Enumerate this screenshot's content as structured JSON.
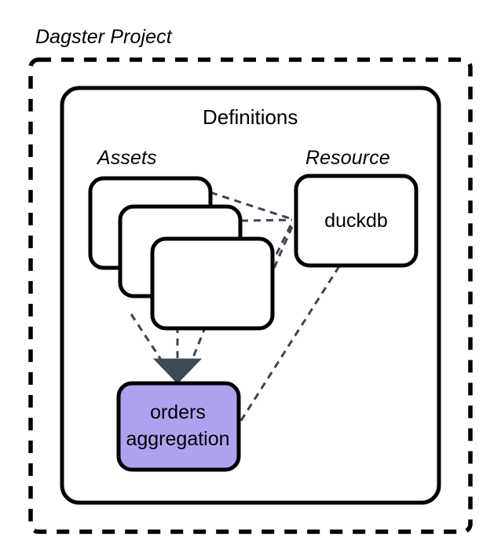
{
  "diagram": {
    "title": "Dagster Project",
    "container": {
      "label": "Definitions"
    },
    "groups": [
      {
        "id": "assets",
        "label": "Assets"
      },
      {
        "id": "resource",
        "label": "Resource"
      }
    ],
    "nodes": [
      {
        "id": "asset-card-1",
        "label": "",
        "fill": "#FFFFFF",
        "stroke": "#000000"
      },
      {
        "id": "asset-card-2",
        "label": "",
        "fill": "#FFFFFF",
        "stroke": "#000000"
      },
      {
        "id": "asset-card-3",
        "label": "",
        "fill": "#FFFFFF",
        "stroke": "#000000"
      },
      {
        "id": "duckdb",
        "label": "duckdb",
        "fill": "#FFFFFF",
        "stroke": "#000000"
      },
      {
        "id": "orders-aggregation",
        "label": "orders\naggregation",
        "fill": "#AEA2F0",
        "stroke": "#000000"
      }
    ],
    "edges": [
      {
        "from": "asset-card-1",
        "to": "duckdb",
        "style": "dashed",
        "arrow": false
      },
      {
        "from": "asset-card-2",
        "to": "duckdb",
        "style": "dashed",
        "arrow": false
      },
      {
        "from": "asset-card-3",
        "to": "duckdb",
        "style": "dashed",
        "arrow": false
      },
      {
        "from": "asset-card-3",
        "to": "duckdb",
        "style": "dashed",
        "arrow": false
      },
      {
        "from": "asset-card-1",
        "to": "orders-aggregation",
        "style": "dashed",
        "arrow": true
      },
      {
        "from": "asset-card-2",
        "to": "orders-aggregation",
        "style": "dashed",
        "arrow": true
      },
      {
        "from": "asset-card-3",
        "to": "orders-aggregation",
        "style": "dashed",
        "arrow": true
      },
      {
        "from": "duckdb",
        "to": "orders-aggregation",
        "style": "dashed",
        "arrow": false
      }
    ],
    "colors": {
      "accent_fill": "#AEA2F0",
      "stroke": "#000000",
      "edge": "#3C4552",
      "arrowhead": "#3F4A56",
      "background": "#FFFFFF"
    }
  }
}
